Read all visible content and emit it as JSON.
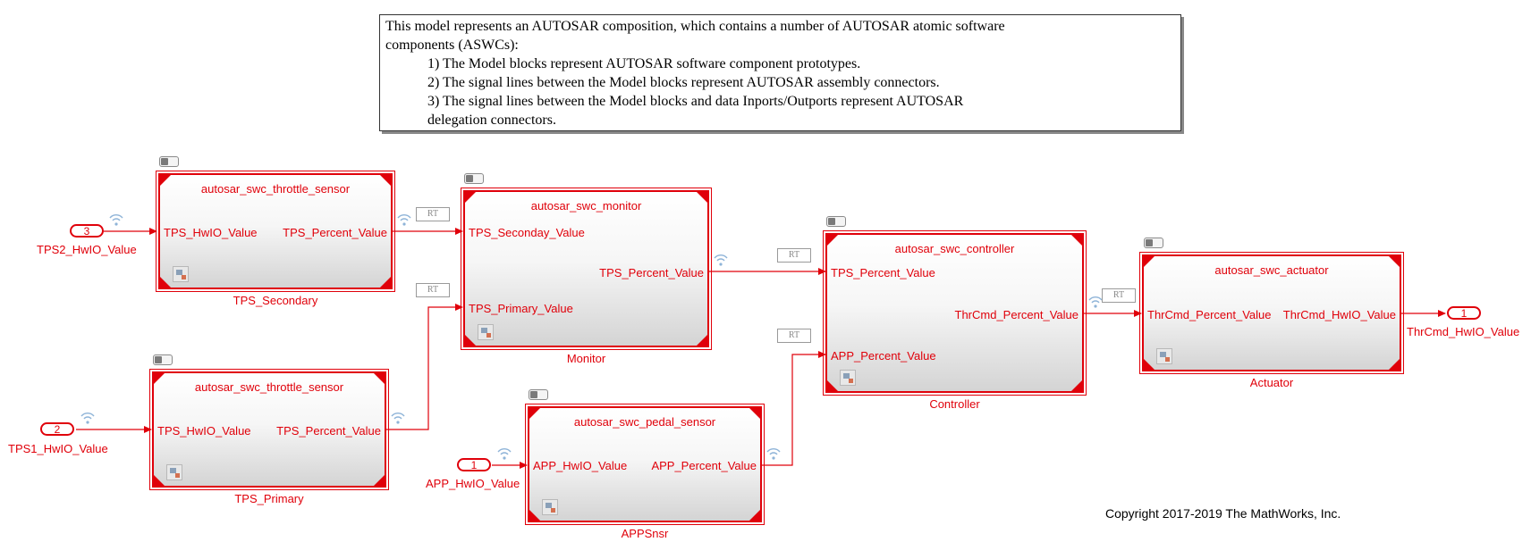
{
  "annotation": {
    "line1": "This model represents an AUTOSAR composition, which contains a number of AUTOSAR atomic software",
    "line2": "components (ASWCs):",
    "line3": "1) The Model blocks represent AUTOSAR software component prototypes.",
    "line4": "2) The signal lines between the Model blocks represent AUTOSAR assembly connectors.",
    "line5": "3) The signal lines between the Model blocks and data Inports/Outports represent AUTOSAR",
    "line6": "delegation connectors."
  },
  "blocks": {
    "tps_secondary": {
      "model": "autosar_swc_throttle_sensor",
      "name": "TPS_Secondary",
      "in_port": "TPS_HwIO_Value",
      "out_port": "TPS_Percent_Value"
    },
    "tps_primary": {
      "model": "autosar_swc_throttle_sensor",
      "name": "TPS_Primary",
      "in_port": "TPS_HwIO_Value",
      "out_port": "TPS_Percent_Value"
    },
    "monitor": {
      "model": "autosar_swc_monitor",
      "name": "Monitor",
      "in_port1": "TPS_Seconday_Value",
      "in_port2": "TPS_Primary_Value",
      "out_port": "TPS_Percent_Value"
    },
    "appsnsr": {
      "model": "autosar_swc_pedal_sensor",
      "name": "APPSnsr",
      "in_port": "APP_HwIO_Value",
      "out_port": "APP_Percent_Value"
    },
    "controller": {
      "model": "autosar_swc_controller",
      "name": "Controller",
      "in_port1": "TPS_Percent_Value",
      "in_port2": "APP_Percent_Value",
      "out_port": "ThrCmd_Percent_Value"
    },
    "actuator": {
      "model": "autosar_swc_actuator",
      "name": "Actuator",
      "in_port": "ThrCmd_Percent_Value",
      "out_port": "ThrCmd_HwIO_Value"
    }
  },
  "ports": {
    "in3": {
      "number": "3",
      "label": "TPS2_HwIO_Value"
    },
    "in2": {
      "number": "2",
      "label": "TPS1_HwIO_Value"
    },
    "in1": {
      "number": "1",
      "label": "APP_HwIO_Value"
    },
    "out1": {
      "number": "1",
      "label": "ThrCmd_HwIO_Value"
    }
  },
  "rt_label": "RT",
  "copyright": "Copyright 2017-2019 The MathWorks, Inc.",
  "colors": {
    "signal": "#e0000a",
    "wireless": "#8fb4d8"
  }
}
